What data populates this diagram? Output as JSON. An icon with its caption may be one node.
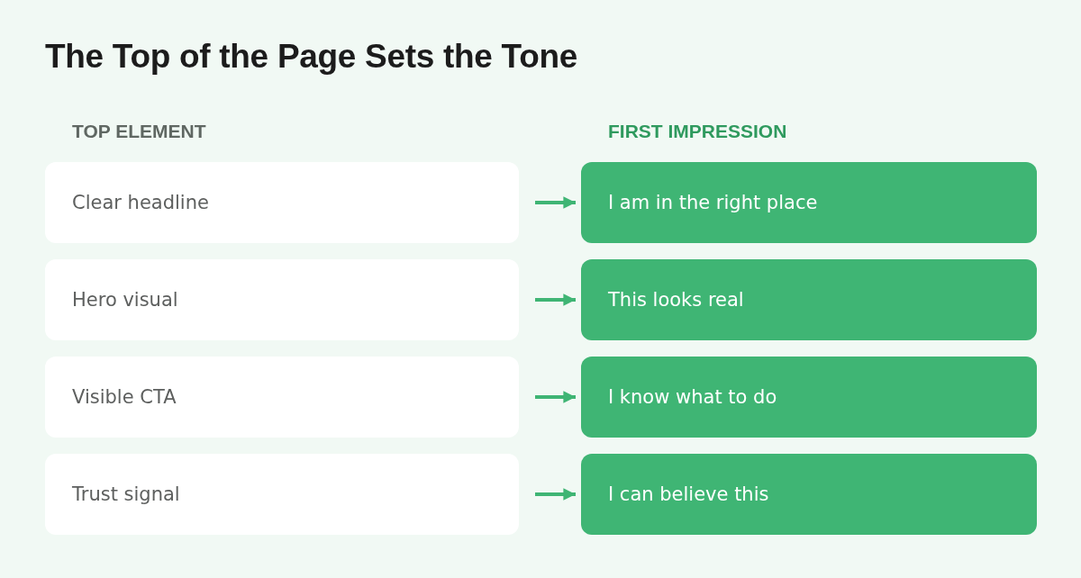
{
  "diagram": {
    "title": "The Top of the Page Sets the Tone",
    "nodes": [
      {
        "text": [
          "Clear headline"
        ]
      },
      {
        "text": [
          "I am in the right place"
        ]
      },
      {
        "text": [
          "Hero visual"
        ]
      },
      {
        "text": [
          "This looks real"
        ]
      },
      {
        "text": [
          "Visible CTA"
        ]
      },
      {
        "text": [
          "I know what to do"
        ]
      },
      {
        "text": [
          "Trust signal"
        ]
      },
      {
        "text": [
          "I can believe this"
        ]
      }
    ],
    "edges": [
      {
        "from": 0,
        "to": 1,
        "arrow": "to"
      },
      {
        "from": 2,
        "to": 3,
        "arrow": "to"
      },
      {
        "from": 4,
        "to": 5,
        "arrow": "to"
      },
      {
        "from": 6,
        "to": 7,
        "arrow": "to"
      }
    ],
    "labels": [
      "TOP ELEMENT",
      "FIRST IMPRESSION"
    ]
  }
}
